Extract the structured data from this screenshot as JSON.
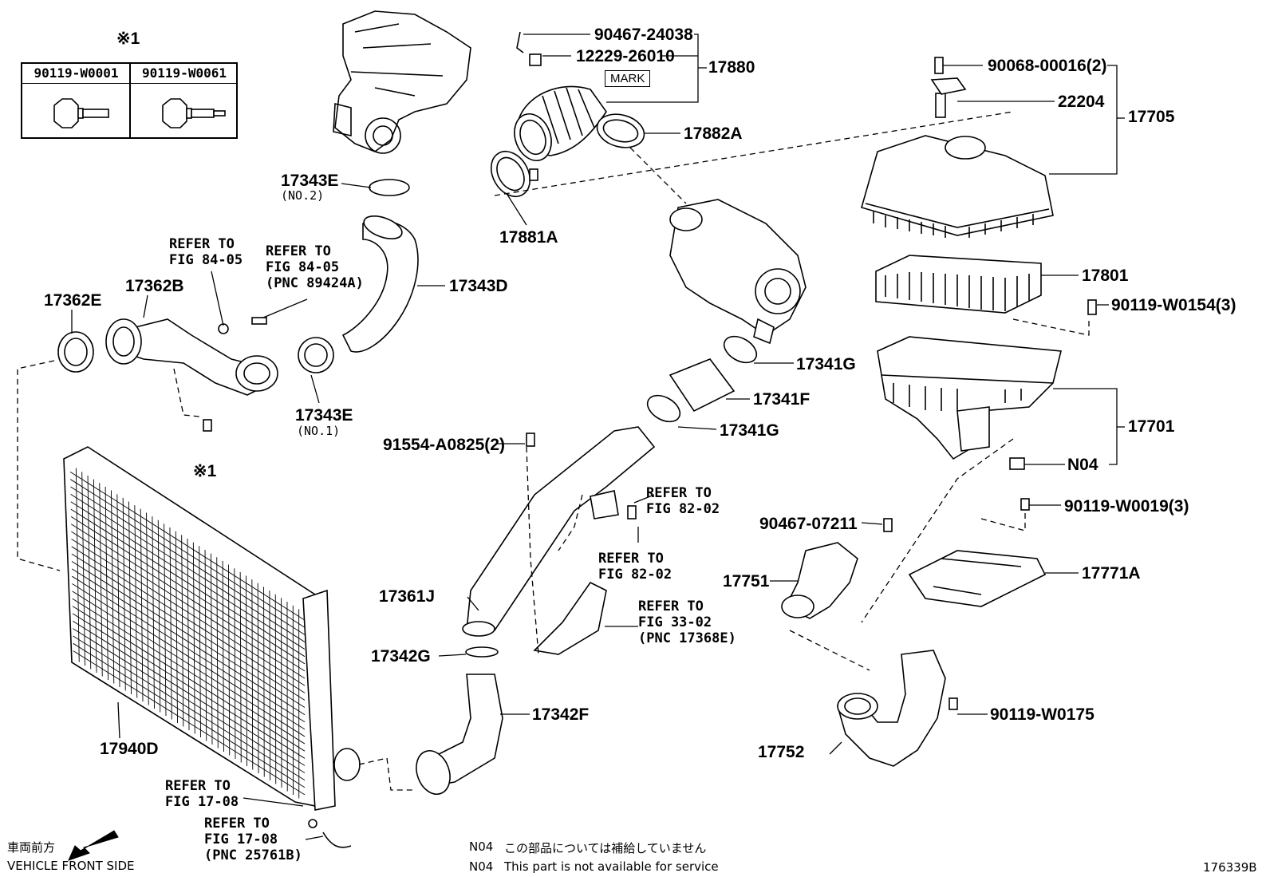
{
  "figure_id": "176339B",
  "reference_mark": "※1",
  "legend_table": {
    "headers": [
      "90119-W0001",
      "90119-W0061"
    ],
    "icons": [
      "flange-bolt-icon",
      "flange-bolt-long-icon"
    ]
  },
  "mark_box_label": "MARK",
  "labels": {
    "p90467_24038": "90467-24038",
    "p12229_26010": "12229-26010",
    "p17880": "17880",
    "p17882A": "17882A",
    "p17881A": "17881A",
    "p17343E_no2": "17343E",
    "p17343E_no2_sub": "(NO.2)",
    "p17343D": "17343D",
    "p17343E_no1": "17343E",
    "p17343E_no1_sub": "(NO.1)",
    "p17362B": "17362B",
    "p17362E": "17362E",
    "p90068": "90068-00016(2)",
    "p22204": "22204",
    "p17705": "17705",
    "p17801": "17801",
    "p90119_W0154": "90119-W0154(3)",
    "p17341G_top": "17341G",
    "p17341F": "17341F",
    "p17341G_bottom": "17341G",
    "p17701": "17701",
    "pN04": "N04",
    "p91554": "91554-A0825(2)",
    "p90119_W0019": "90119-W0019(3)",
    "p90467_07211": "90467-07211",
    "p17751": "17751",
    "p17771A": "17771A",
    "p17361J": "17361J",
    "p17342G": "17342G",
    "p17342F": "17342F",
    "p17940D": "17940D",
    "p90119_W0175": "90119-W0175",
    "p17752": "17752",
    "ref_mark_below_bolt": "※1"
  },
  "refer_notes": {
    "r84_05_a": [
      "REFER TO",
      "FIG 84-05"
    ],
    "r84_05_b": [
      "REFER TO",
      "FIG 84-05",
      "(PNC 89424A)"
    ],
    "r82_02_a": [
      "REFER TO",
      "FIG 82-02"
    ],
    "r82_02_b": [
      "REFER TO",
      "FIG 82-02"
    ],
    "r33_02": [
      "REFER TO",
      "FIG 33-02",
      "(PNC 17368E)"
    ],
    "r17_08_a": [
      "REFER TO",
      "FIG 17-08"
    ],
    "r17_08_b": [
      "REFER TO",
      "FIG 17-08",
      "(PNC 25761B)"
    ]
  },
  "direction": {
    "jp": "車両前方",
    "en": "VEHICLE FRONT SIDE",
    "icon": "arrow-left-down-icon"
  },
  "footnote": {
    "code": "N04",
    "jp": "この部品については補給していません",
    "en": "This part is not available for service"
  }
}
